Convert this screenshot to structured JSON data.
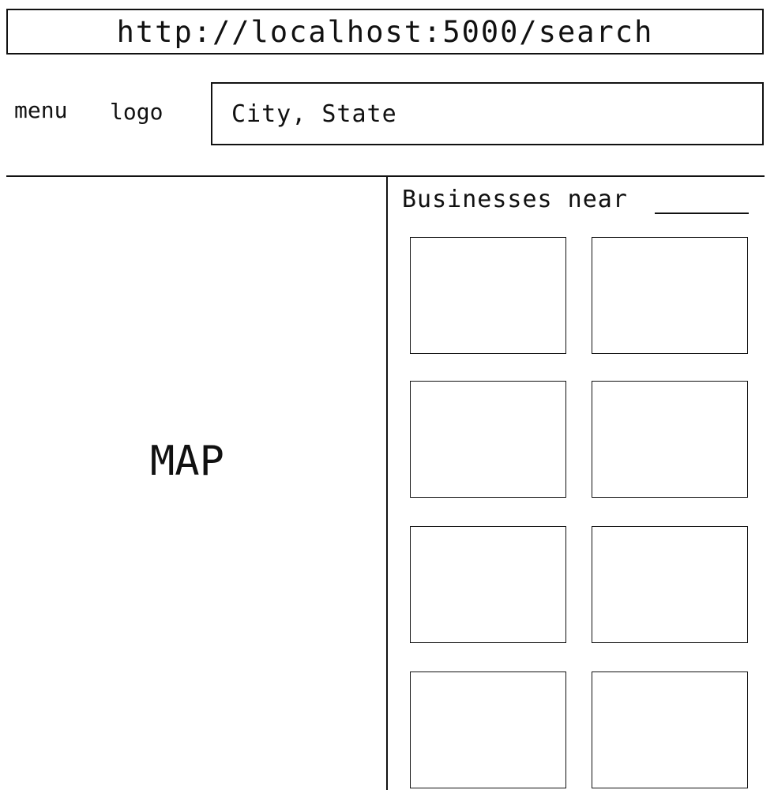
{
  "browser": {
    "url": "http://localhost:5000/search"
  },
  "header": {
    "menu_label": "menu",
    "logo_label": "logo",
    "search": {
      "placeholder": "City, State",
      "value": ""
    }
  },
  "map": {
    "label": "MAP"
  },
  "results": {
    "heading": "Businesses near",
    "cards": [
      {},
      {},
      {},
      {},
      {},
      {},
      {},
      {}
    ]
  }
}
